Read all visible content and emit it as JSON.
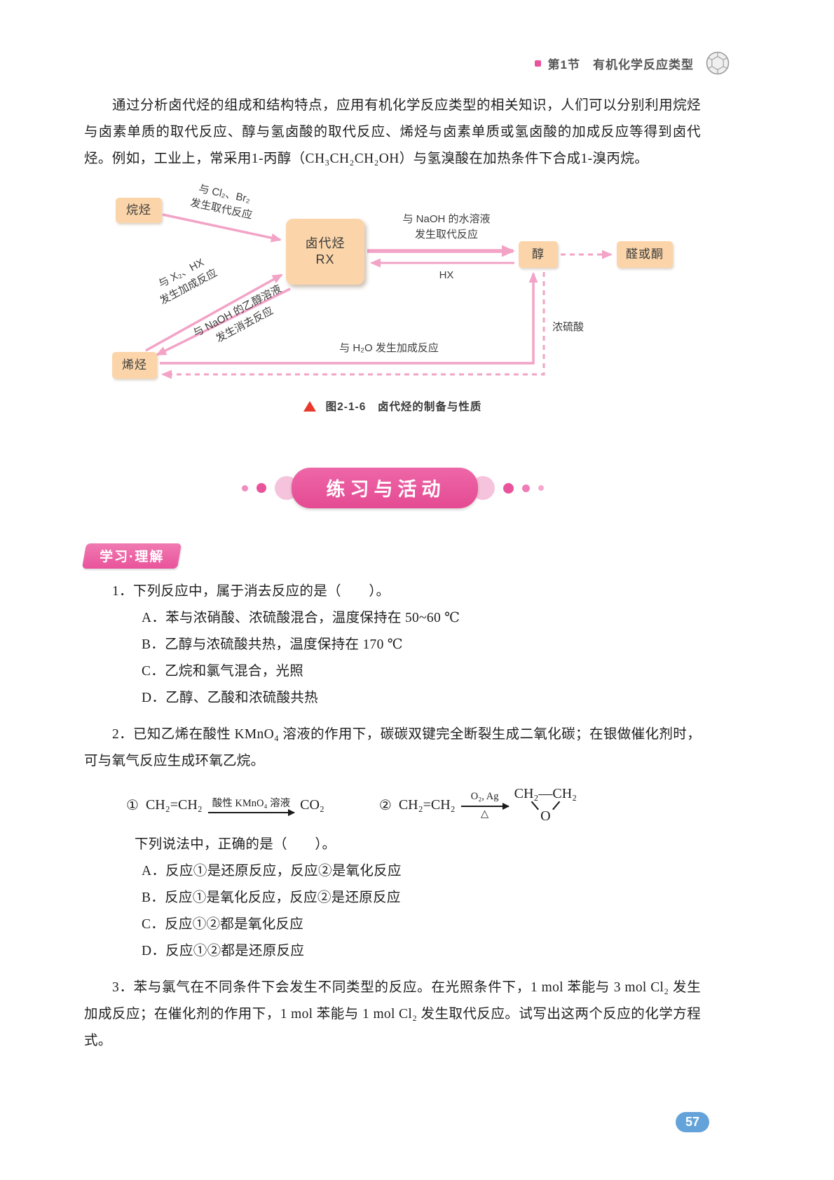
{
  "header": {
    "section_title": "第1节　有机化学反应类型"
  },
  "intro": {
    "paragraph": "通过分析卤代烃的组成和结构特点，应用有机化学反应类型的相关知识，人们可以分别利用烷烃与卤素单质的取代反应、醇与氢卤酸的取代反应、烯烃与卤素单质或氢卤酸的加成反应等得到卤代烃。例如，工业上，常采用1-丙醇（CH₃CH₂CH₂OH）与氢溴酸在加热条件下合成1-溴丙烷。"
  },
  "diagram": {
    "nodes": {
      "alkane": "烷烃",
      "haloalkane": "卤代烃\nRX",
      "alcohol": "醇",
      "aldehyde_or_ketone": "醛或酮",
      "alkene": "烯烃"
    },
    "labels": {
      "substitution_halogen": "与 Cl₂、Br₂\n发生取代反应",
      "addition_x2_hx": "与 X₂、HX\n发生加成反应",
      "elimination_naoh_ethanol": "与 NaOH 的乙醇溶液\n发生消去反应",
      "substitution_naoh_aq": "与 NaOH 的水溶液\n发生取代反应",
      "hx": "HX",
      "addition_h2o": "与 H₂O 发生加成反应",
      "conc_sulfuric_acid": "浓硫酸"
    },
    "caption": "图2-1-6　卤代烃的制备与性质"
  },
  "exercises": {
    "banner": "练习与活动",
    "badge": "学习·理解",
    "q1": {
      "stem": "1．下列反应中，属于消去反应的是（　　）。",
      "options": [
        "A．苯与浓硝酸、浓硫酸混合，温度保持在 50~60 ℃",
        "B．乙醇与浓硫酸共热，温度保持在 170 ℃",
        "C．乙烷和氯气混合，光照",
        "D．乙醇、乙酸和浓硫酸共热"
      ]
    },
    "q2": {
      "stem": "2．已知乙烯在酸性 KMnO₄ 溶液的作用下，碳碳双键完全断裂生成二氧化碳；在银做催化剂时，可与氧气反应生成环氧乙烷。",
      "reaction1": {
        "number": "①",
        "reactant": "CH₂=CH₂",
        "condition": "酸性 KMnO₄ 溶液",
        "product": "CO₂"
      },
      "reaction2": {
        "number": "②",
        "reactant": "CH₂=CH₂",
        "condition_top": "O₂, Ag",
        "condition_bottom": "△",
        "product_top": "CH₂—CH₂",
        "product_bottom": "O"
      },
      "prompt": "下列说法中，正确的是（　　）。",
      "options": [
        "A．反应①是还原反应，反应②是氧化反应",
        "B．反应①是氧化反应，反应②是还原反应",
        "C．反应①②都是氧化反应",
        "D．反应①②都是还原反应"
      ]
    },
    "q3": {
      "stem": "3．苯与氯气在不同条件下会发生不同类型的反应。在光照条件下，1 mol 苯能与 3 mol Cl₂ 发生加成反应；在催化剂的作用下，1 mol 苯能与 1 mol Cl₂ 发生取代反应。试写出这两个反应的化学方程式。"
    }
  },
  "footer": {
    "page_number": "57"
  }
}
